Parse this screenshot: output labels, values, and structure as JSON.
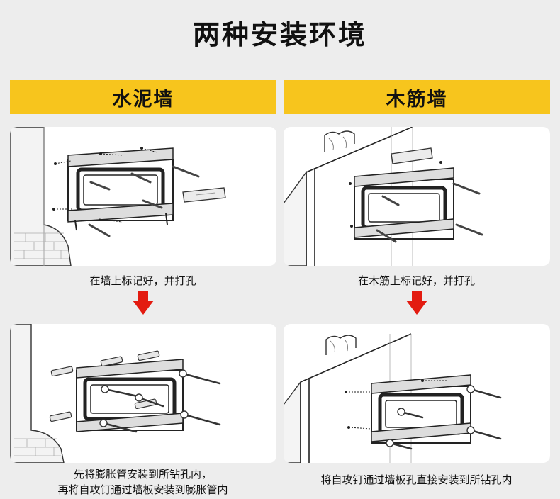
{
  "title": "两种安装环境",
  "columns": [
    {
      "header": "水泥墙",
      "step1_caption": "在墙上标记好，并打孔",
      "step2_caption_line1": "先将膨胀管安装到所钻孔内，",
      "step2_caption_line2": "再将自攻钉通过墙板安装到膨胀管内"
    },
    {
      "header": "木筋墙",
      "step1_caption": "在木筋上标记好，并打孔",
      "step2_caption_line1": "将自攻钉通过墙板孔直接安装到所钻孔内"
    }
  ],
  "colors": {
    "accent": "#f7c51d",
    "arrow": "#e31b10",
    "background": "#ededed",
    "panel": "#ffffff"
  }
}
